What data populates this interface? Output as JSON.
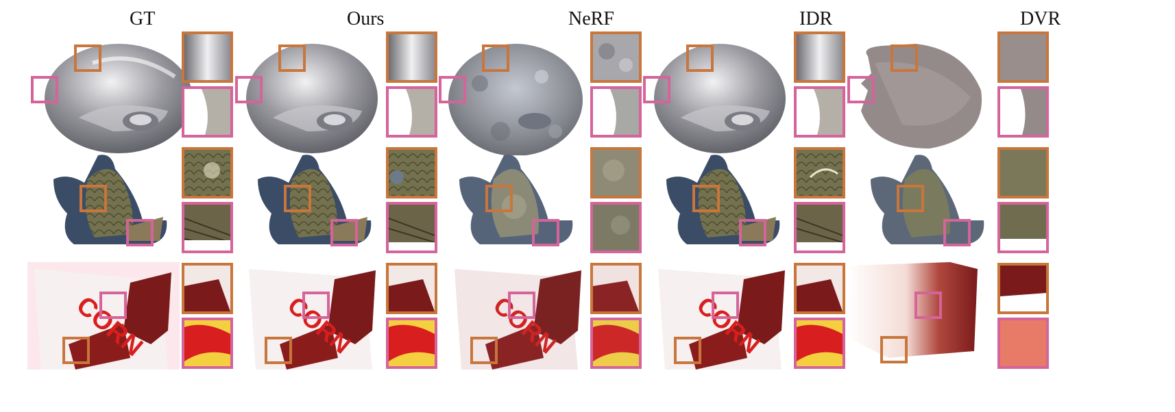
{
  "figure": {
    "columns": [
      {
        "id": "gt",
        "title": "GT"
      },
      {
        "id": "ours",
        "title": "Ours"
      },
      {
        "id": "nerf",
        "title": "NeRF"
      },
      {
        "id": "idr",
        "title": "IDR"
      },
      {
        "id": "dvr",
        "title": "DVR"
      }
    ],
    "rows": [
      {
        "id": "mouse",
        "subject": "computer-mouse"
      },
      {
        "id": "fish",
        "subject": "fish-sculpture"
      },
      {
        "id": "corn",
        "subject": "snack-bag"
      }
    ],
    "inset_colors": {
      "top": "#c8763c",
      "bottom": "#d4649a"
    }
  }
}
